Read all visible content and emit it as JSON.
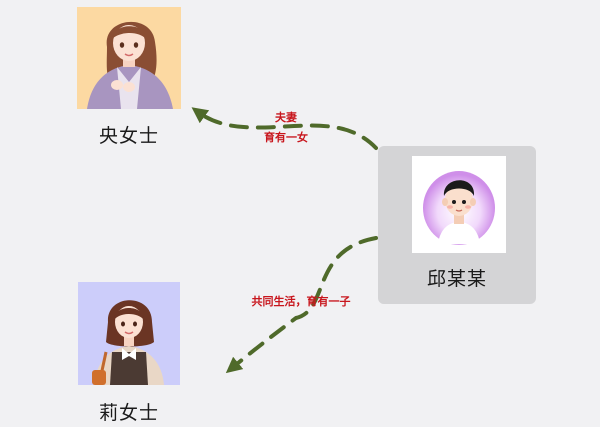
{
  "people": {
    "yang": {
      "name": "央女士",
      "portrait": "woman-long-hair-portrait"
    },
    "li": {
      "name": "莉女士",
      "portrait": "woman-bob-hair-portrait"
    },
    "qiu": {
      "name": "邱某某",
      "portrait": "man-avatar-portrait"
    }
  },
  "relations": {
    "to_yang": {
      "line1": "夫妻",
      "line2": "育有一女"
    },
    "to_li": {
      "text": "共同生活，育有一子"
    }
  },
  "colors": {
    "background": "#f1f1f3",
    "arrow": "#4f6a2a",
    "label": "#c8161d",
    "card": "#d4d4d6",
    "yang_bg": "#fcd9a2",
    "li_bg": "#cccdfa"
  }
}
